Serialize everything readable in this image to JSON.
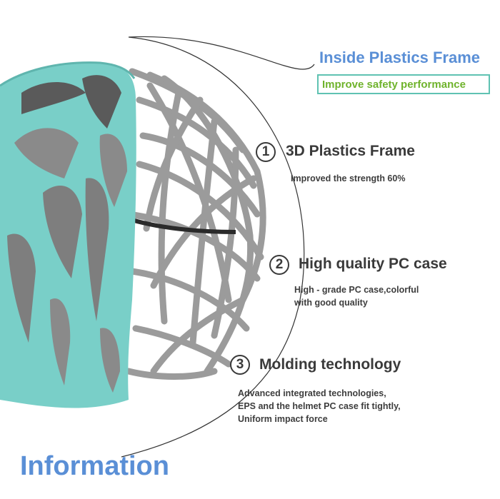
{
  "header": {
    "title": "Inside Plastics Frame",
    "tagline": "Improve safety performance"
  },
  "features": [
    {
      "number": "1",
      "title": "3D Plastics Frame",
      "description": "Improved the strength 60%"
    },
    {
      "number": "2",
      "title": "High quality PC case",
      "description_lines": [
        "High - grade PC case,colorful",
        "with good quality"
      ]
    },
    {
      "number": "3",
      "title": "Molding technology",
      "description_lines": [
        "Advanced integrated technologies,",
        "EPS and the helmet PC case fit tightly,",
        "Uniform impact force"
      ]
    }
  ],
  "footer": {
    "label": "Information"
  },
  "colors": {
    "title_blue": "#5a8fd6",
    "tagline_green": "#6fb32c",
    "tagline_border": "#5fc2b2",
    "helmet_teal": "#79cfc8",
    "frame_gray": "#9a9a9a"
  }
}
